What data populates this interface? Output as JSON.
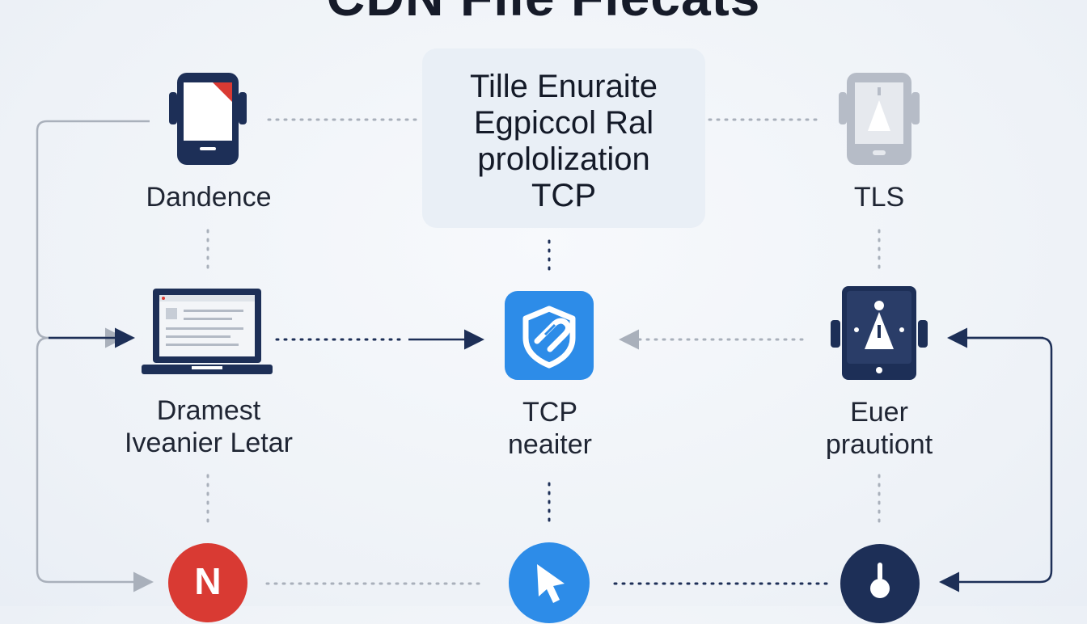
{
  "title": "CDN File Flecats",
  "center": {
    "lines": [
      "Tille Enuraite",
      "Egpiccol Ral",
      "prololization",
      "TCP"
    ]
  },
  "nodes": {
    "top_left": {
      "label": "Dandence",
      "icon": "mobile-file-icon"
    },
    "top_right": {
      "label": "TLS",
      "icon": "mobile-warning-icon"
    },
    "mid_left": {
      "label_1": "Dramest",
      "label_2": "Iveanier Letar",
      "icon": "laptop-icon"
    },
    "mid_center": {
      "label_1": "TCP",
      "label_2": "neaiter",
      "icon": "link-shield-icon"
    },
    "mid_right": {
      "label_1": "Euer",
      "label_2": "prautiont",
      "icon": "mobile-alert-icon"
    },
    "bottom_left": {
      "label": "N",
      "icon": "n-badge-icon"
    },
    "bottom_center": {
      "icon": "cursor-icon"
    },
    "bottom_right": {
      "icon": "node-icon"
    }
  },
  "colors": {
    "navy": "#1d2f57",
    "red": "#d93a33",
    "blue": "#2d8ce8",
    "gray": "#a9b0bb"
  }
}
